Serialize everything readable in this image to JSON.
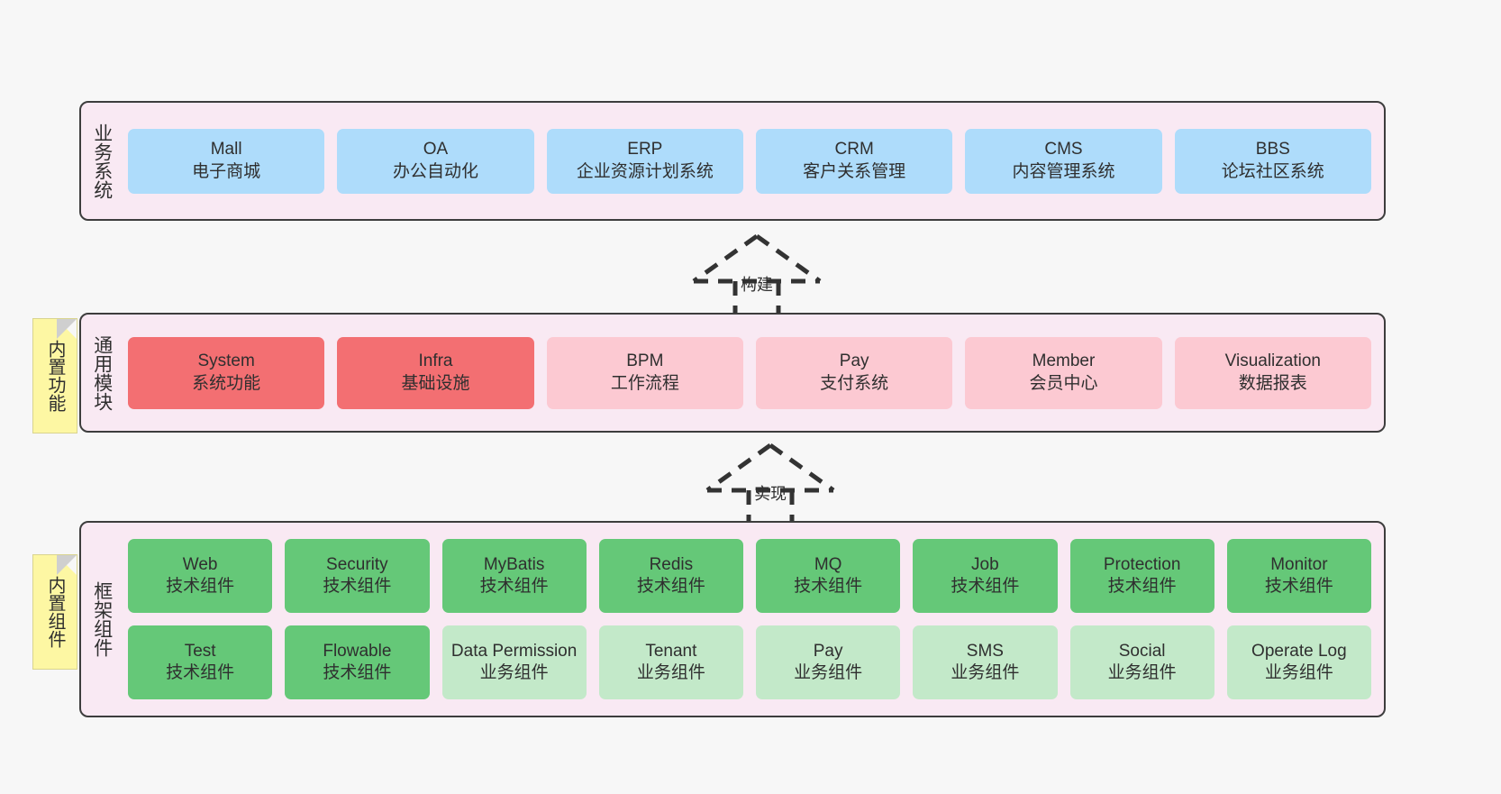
{
  "diagram": {
    "background": "#f7f7f7",
    "layer_background": "#f9e8f3",
    "border_color": "#3d3d3d",
    "colors": {
      "blue": "#aedcfb",
      "red": "#f36f72",
      "pink": "#fcc9d2",
      "green": "#65c878",
      "light_green": "#c3e9c9",
      "note_yellow": "#fdf7a3",
      "note_fold": "#cfcfcf"
    }
  },
  "notes": [
    {
      "name": "built-in-functions",
      "label": "内置功能"
    },
    {
      "name": "built-in-components",
      "label": "内置组件"
    }
  ],
  "connectors": [
    {
      "name": "build-arrow",
      "label": "构建",
      "style": "dashed-hollow-triangle",
      "direction": "up"
    },
    {
      "name": "realize-arrow",
      "label": "实现",
      "style": "dashed-hollow-triangle",
      "direction": "up"
    }
  ],
  "layers": [
    {
      "id": "business",
      "title": "业务系统",
      "rows": [
        {
          "cells": [
            {
              "en": "Mall",
              "cn": "电子商城",
              "color": "blue"
            },
            {
              "en": "OA",
              "cn": "办公自动化",
              "color": "blue"
            },
            {
              "en": "ERP",
              "cn": "企业资源计划系统",
              "color": "blue"
            },
            {
              "en": "CRM",
              "cn": "客户关系管理",
              "color": "blue"
            },
            {
              "en": "CMS",
              "cn": "内容管理系统",
              "color": "blue"
            },
            {
              "en": "BBS",
              "cn": "论坛社区系统",
              "color": "blue"
            }
          ]
        }
      ]
    },
    {
      "id": "modules",
      "title": "通用模块",
      "rows": [
        {
          "cells": [
            {
              "en": "System",
              "cn": "系统功能",
              "color": "red"
            },
            {
              "en": "Infra",
              "cn": "基础设施",
              "color": "red"
            },
            {
              "en": "BPM",
              "cn": "工作流程",
              "color": "pink"
            },
            {
              "en": "Pay",
              "cn": "支付系统",
              "color": "pink"
            },
            {
              "en": "Member",
              "cn": "会员中心",
              "color": "pink"
            },
            {
              "en": "Visualization",
              "cn": "数据报表",
              "color": "pink"
            }
          ]
        }
      ]
    },
    {
      "id": "framework",
      "title": "框架组件",
      "rows": [
        {
          "cells": [
            {
              "en": "Web",
              "cn": "技术组件",
              "color": "green"
            },
            {
              "en": "Security",
              "cn": "技术组件",
              "color": "green"
            },
            {
              "en": "MyBatis",
              "cn": "技术组件",
              "color": "green"
            },
            {
              "en": "Redis",
              "cn": "技术组件",
              "color": "green"
            },
            {
              "en": "MQ",
              "cn": "技术组件",
              "color": "green"
            },
            {
              "en": "Job",
              "cn": "技术组件",
              "color": "green"
            },
            {
              "en": "Protection",
              "cn": "技术组件",
              "color": "green"
            },
            {
              "en": "Monitor",
              "cn": "技术组件",
              "color": "green"
            }
          ]
        },
        {
          "cells": [
            {
              "en": "Test",
              "cn": "技术组件",
              "color": "green"
            },
            {
              "en": "Flowable",
              "cn": "技术组件",
              "color": "green"
            },
            {
              "en": "Data Permission",
              "cn": "业务组件",
              "color": "light_green"
            },
            {
              "en": "Tenant",
              "cn": "业务组件",
              "color": "light_green"
            },
            {
              "en": "Pay",
              "cn": "业务组件",
              "color": "light_green"
            },
            {
              "en": "SMS",
              "cn": "业务组件",
              "color": "light_green"
            },
            {
              "en": "Social",
              "cn": "业务组件",
              "color": "light_green"
            },
            {
              "en": "Operate Log",
              "cn": "业务组件",
              "color": "light_green"
            }
          ]
        }
      ]
    }
  ]
}
